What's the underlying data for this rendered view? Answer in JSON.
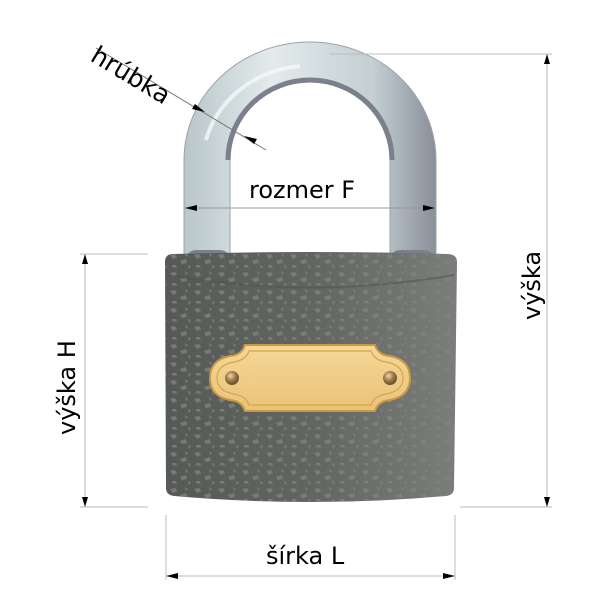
{
  "diagram": {
    "subject": "padlock",
    "labels": {
      "thickness": "hrúbka",
      "shackle_inner_width": "rozmer F",
      "total_height": "výška",
      "body_height": "výška H",
      "body_width": "šírka L"
    },
    "colors": {
      "body": "#5f625f",
      "body_speckle": "#7b807c",
      "shackle_light": "#d7e0e2",
      "shackle_dark": "#7c7f8c",
      "plate": "#f0cd82",
      "plate_border": "#c99a45",
      "rivet": "#9b7a45",
      "dimension_line": "#bdbdbd",
      "arrow": "#000000"
    }
  }
}
